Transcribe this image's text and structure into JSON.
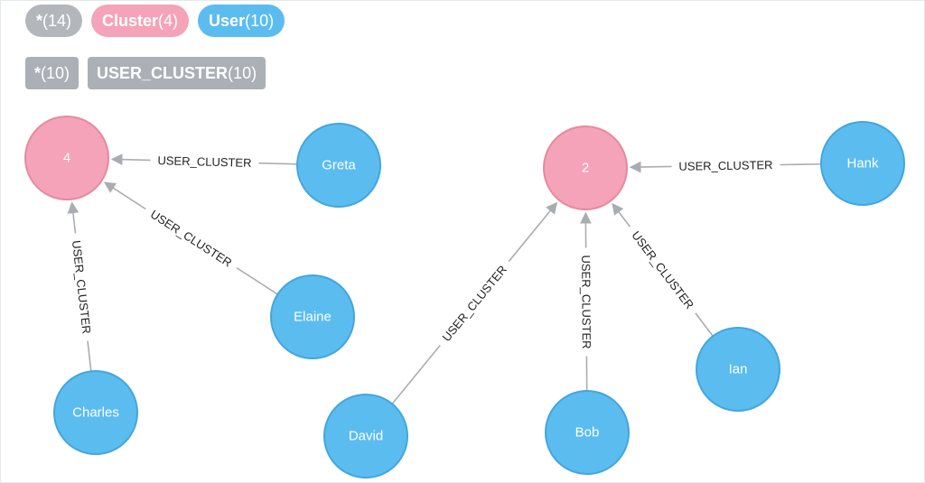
{
  "colors": {
    "cluster": "#f5a3b8",
    "cluster_stroke": "#e6899f",
    "user": "#5bbcf0",
    "user_stroke": "#42a6dc",
    "any_pill": "#b3b7bb",
    "rel_pill": "#aab0b5",
    "edge": "#a9adb1"
  },
  "legend": {
    "node_pills": [
      {
        "name": "*",
        "count": "(14)",
        "kind": "any"
      },
      {
        "name": "Cluster",
        "count": "(4)",
        "kind": "cluster"
      },
      {
        "name": "User",
        "count": "(10)",
        "kind": "user"
      }
    ],
    "rel_pills": [
      {
        "name": "*",
        "count": "(10)"
      },
      {
        "name": "USER_CLUSTER",
        "count": "(10)"
      }
    ]
  },
  "graph": {
    "nodes": [
      {
        "id": "c4",
        "label": "4",
        "type": "cluster"
      },
      {
        "id": "c2",
        "label": "2",
        "type": "cluster"
      },
      {
        "id": "greta",
        "label": "Greta",
        "type": "user"
      },
      {
        "id": "elaine",
        "label": "Elaine",
        "type": "user"
      },
      {
        "id": "charles",
        "label": "Charles",
        "type": "user"
      },
      {
        "id": "hank",
        "label": "Hank",
        "type": "user"
      },
      {
        "id": "david",
        "label": "David",
        "type": "user"
      },
      {
        "id": "bob",
        "label": "Bob",
        "type": "user"
      },
      {
        "id": "ian",
        "label": "Ian",
        "type": "user"
      }
    ],
    "edges": [
      {
        "from": "greta",
        "to": "c4",
        "label": "USER_CLUSTER"
      },
      {
        "from": "elaine",
        "to": "c4",
        "label": "USER_CLUSTER"
      },
      {
        "from": "charles",
        "to": "c4",
        "label": "USER_CLUSTER"
      },
      {
        "from": "hank",
        "to": "c2",
        "label": "USER_CLUSTER"
      },
      {
        "from": "david",
        "to": "c2",
        "label": "USER_CLUSTER"
      },
      {
        "from": "bob",
        "to": "c2",
        "label": "USER_CLUSTER"
      },
      {
        "from": "ian",
        "to": "c2",
        "label": "USER_CLUSTER"
      }
    ]
  }
}
